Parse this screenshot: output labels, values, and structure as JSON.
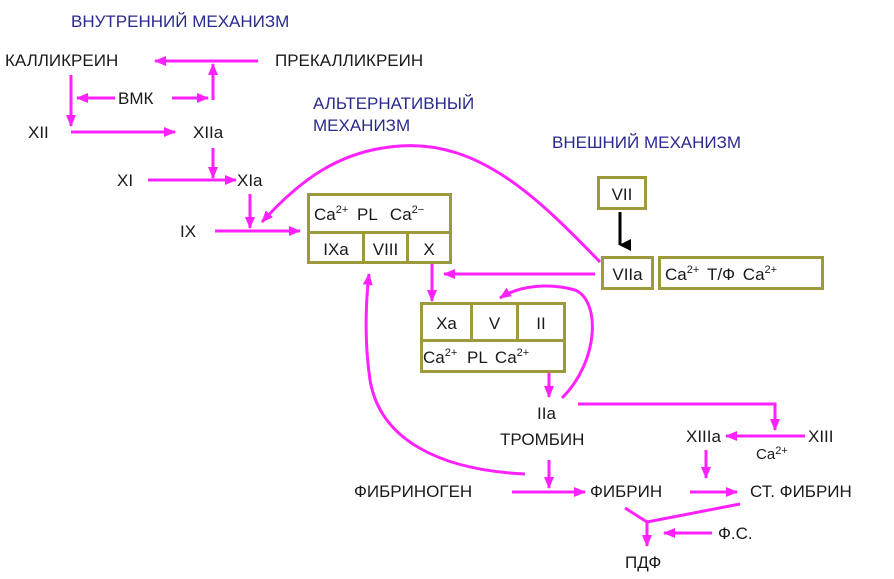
{
  "headers": {
    "intrinsic": "ВНУТРЕННИЙ МЕХАНИЗМ",
    "alternative_line1": "АЛЬТЕРНАТИВНЫЙ",
    "alternative_line2": "МЕХАНИЗМ",
    "extrinsic": "ВНЕШНИЙ МЕХАНИЗМ"
  },
  "nodes": {
    "kallikrein": "КАЛЛИКРЕИН",
    "prekallikrein": "ПРЕКАЛЛИКРЕИН",
    "hmwk": "ВМК",
    "xii": "XII",
    "xiia": "XIIa",
    "xi": "XI",
    "xia": "XIa",
    "ix": "IX",
    "vii": "VII",
    "viia": "VIIa",
    "iia": "IIa",
    "thrombin": "ТРОМБИН",
    "fibrinogen": "ФИБРИНОГЕН",
    "fibrin": "ФИБРИН",
    "stable_fibrin": "СТ. ФИБРИН",
    "xiiia": "XIIIa",
    "xiii": "XIII",
    "ca_xiii": "Ca",
    "ca_xiii_sup": "2+",
    "fs": "Ф.С.",
    "pdf": "ПДФ"
  },
  "tenase_complex": {
    "top_left": "Ca",
    "top_left_sup": "2+",
    "top_mid": "PL",
    "top_right": "Ca",
    "top_right_sup": "2−",
    "cells": [
      "IXa",
      "VIII",
      "X"
    ]
  },
  "prothrombinase_complex": {
    "cells": [
      "Xa",
      "V",
      "II"
    ],
    "bottom_left": "Ca",
    "bottom_left_sup": "2+",
    "bottom_mid": "PL",
    "bottom_right": "Ca",
    "bottom_right_sup": "2+"
  },
  "tissue_factor_complex": {
    "left": "Ca",
    "left_sup": "2+",
    "mid": "Т/Ф",
    "right": "Ca",
    "right_sup": "2+"
  },
  "colors": {
    "arrow": "#ff22ff",
    "box_border": "#9c9a3c",
    "header": "#2a2a8c",
    "black_arrow": "#000000"
  }
}
